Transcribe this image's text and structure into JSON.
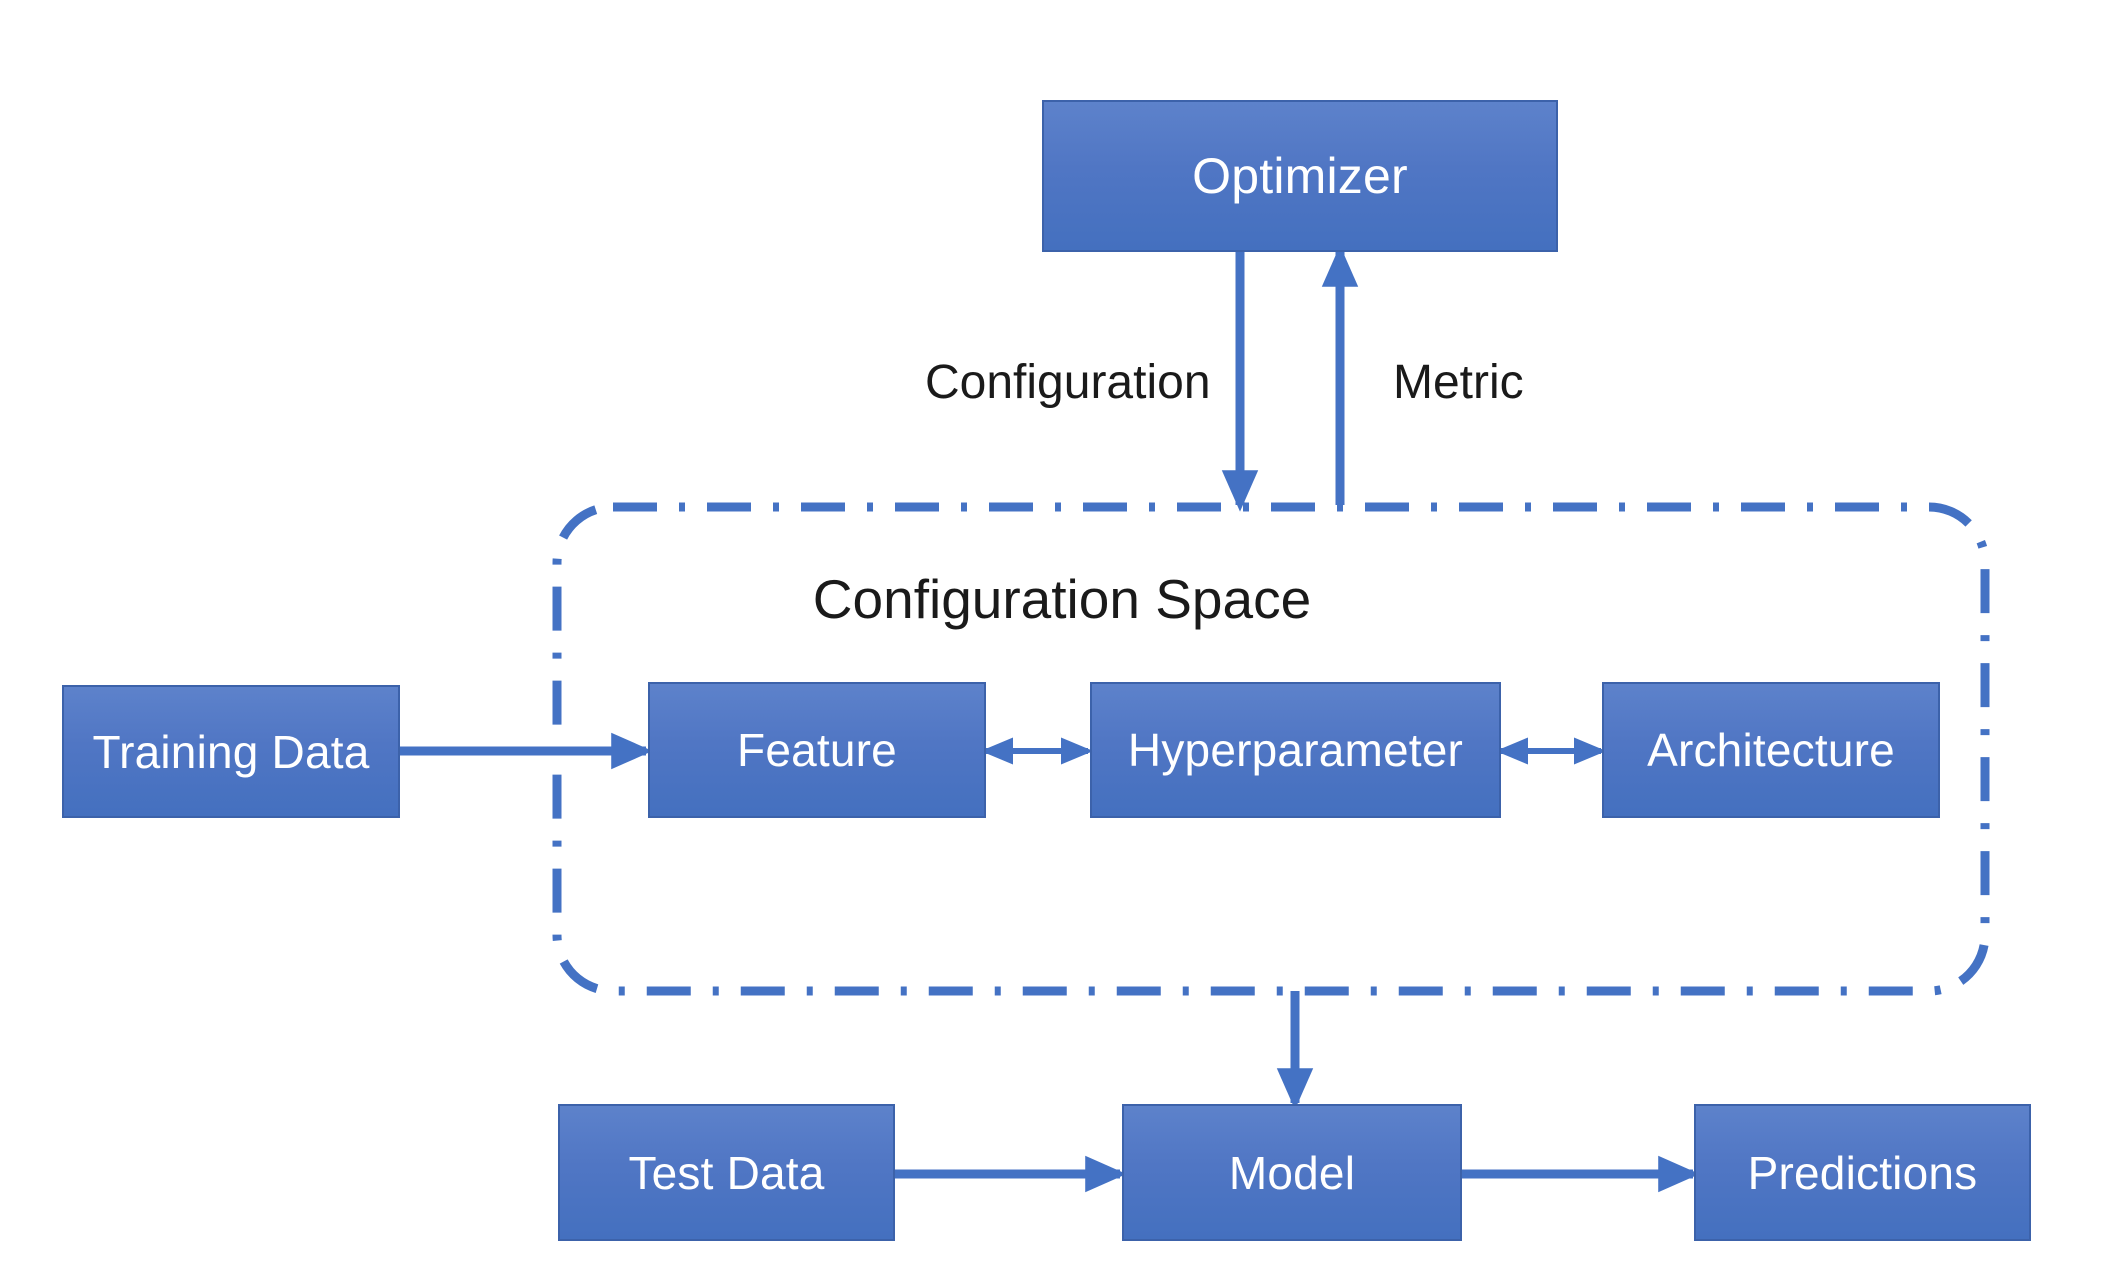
{
  "diagram": {
    "title_text": "Configuration Space",
    "background_color": "#ffffff",
    "box_fill_top": "#5d82cb",
    "box_fill_bottom": "#4470bf",
    "box_border_color": "#3c62aa",
    "box_text_color": "#ffffff",
    "arrow_color": "#4472c4",
    "group_border_color": "#4472c4",
    "label_text_color": "#1a1a1a"
  },
  "nodes": {
    "optimizer": {
      "label": "Optimizer"
    },
    "training_data": {
      "label": "Training Data"
    },
    "feature": {
      "label": "Feature"
    },
    "hyperparameter": {
      "label": "Hyperparameter"
    },
    "architecture": {
      "label": "Architecture"
    },
    "test_data": {
      "label": "Test Data"
    },
    "model": {
      "label": "Model"
    },
    "predictions": {
      "label": "Predictions"
    }
  },
  "group": {
    "label": "Configuration Space"
  },
  "edge_labels": {
    "configuration": "Configuration",
    "metric": "Metric"
  },
  "edges": [
    {
      "from": "optimizer",
      "to": "configuration-space",
      "label": "Configuration",
      "direction": "down"
    },
    {
      "from": "configuration-space",
      "to": "optimizer",
      "label": "Metric",
      "direction": "up"
    },
    {
      "from": "training_data",
      "to": "feature",
      "label": "",
      "direction": "right"
    },
    {
      "from": "feature",
      "to": "hyperparameter",
      "label": "",
      "direction": "both"
    },
    {
      "from": "hyperparameter",
      "to": "architecture",
      "label": "",
      "direction": "both"
    },
    {
      "from": "configuration-space",
      "to": "model",
      "label": "",
      "direction": "down"
    },
    {
      "from": "test_data",
      "to": "model",
      "label": "",
      "direction": "right"
    },
    {
      "from": "model",
      "to": "predictions",
      "label": "",
      "direction": "right"
    }
  ]
}
